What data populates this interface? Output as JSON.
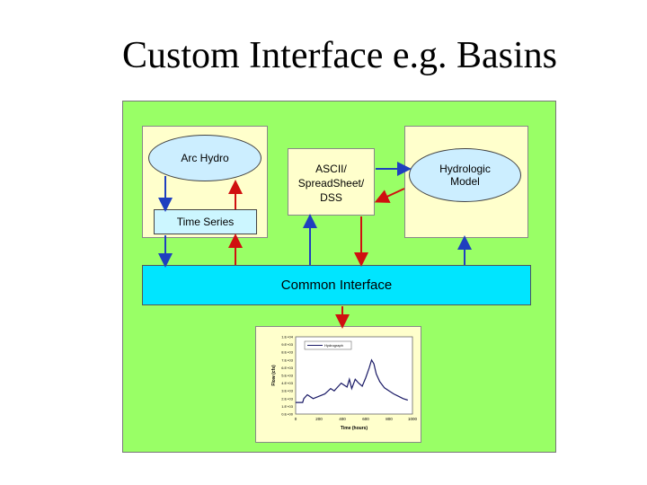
{
  "slide": {
    "title": "Custom Interface e.g. Basins"
  },
  "diagram": {
    "arc_hydro": "Arc Hydro",
    "time_series": "Time Series",
    "ascii": "ASCII/\nSpreadSheet/\nDSS",
    "hydrologic_model": "Hydrologic\nModel",
    "common_interface": "Common Interface",
    "colors": {
      "panel": "#99ff66",
      "arrow_blue": "#1f3fbf",
      "arrow_red": "#d01010",
      "interface": "#00e5ff"
    }
  },
  "chart_data": {
    "type": "line",
    "ylabel": "Flow (cfs)",
    "xlabel": "Time (hours)",
    "legend": [
      "Hydrograph"
    ],
    "x_ticks": [
      "0",
      "200",
      "400",
      "600",
      "800",
      "1000"
    ],
    "y_ticks": [
      "1.E+04",
      "9.E+03",
      "8.E+03",
      "7.E+03",
      "6.E+03",
      "5.E+03",
      "4.E+03",
      "3.E+03",
      "2.E+03",
      "1.E+03",
      "0.E+00"
    ],
    "xlim": [
      0,
      1000
    ],
    "ylim": [
      0,
      10000
    ],
    "series": [
      {
        "name": "Hydrograph",
        "x": [
          0,
          60,
          70,
          100,
          150,
          200,
          250,
          300,
          330,
          360,
          390,
          420,
          440,
          460,
          480,
          510,
          540,
          570,
          600,
          630,
          650,
          670,
          690,
          720,
          760,
          800,
          840,
          880,
          920,
          960
        ],
        "y": [
          1500,
          1500,
          2000,
          2500,
          2000,
          2300,
          2600,
          3300,
          3000,
          3500,
          4000,
          3700,
          3500,
          4500,
          3300,
          4500,
          4000,
          3600,
          4700,
          6000,
          7000,
          6500,
          5200,
          4200,
          3400,
          3000,
          2600,
          2300,
          2000,
          1800
        ]
      }
    ]
  }
}
